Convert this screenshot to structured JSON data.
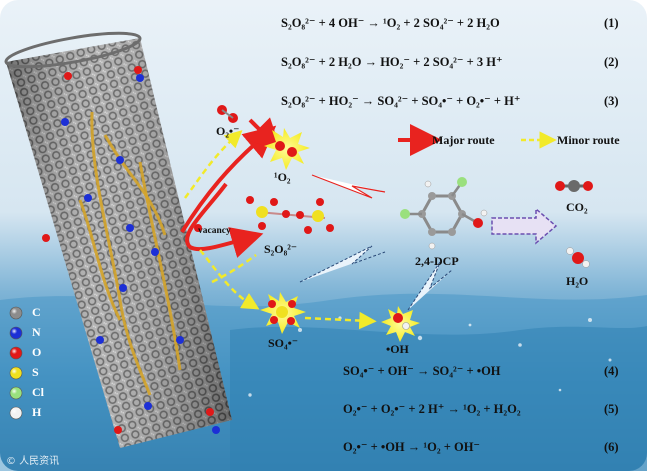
{
  "equations": [
    {
      "text": "S₂O₈²⁻ + 4 OH⁻ → ¹O₂ + 2 SO₄²⁻ + 2 H₂O",
      "number": "(1)"
    },
    {
      "text": "S₂O₈²⁻ + 2 H₂O → HO₂⁻ + 2 SO₄²⁻ + 3 H⁺",
      "number": "(2)"
    },
    {
      "text": "S₂O₈²⁻ + HO₂⁻ → SO₄²⁻ + SO₄•⁻ + O₂•⁻ + H⁺",
      "number": "(3)"
    },
    {
      "text": "SO₄•⁻ + OH⁻ → SO₄²⁻ + •OH",
      "number": "(4)"
    },
    {
      "text": "O₂•⁻ + O₂•⁻ + 2 H⁺ → ¹O₂ + H₂O₂",
      "number": "(5)"
    },
    {
      "text": "O₂•⁻ + •OH → ¹O₂ + OH⁻",
      "number": "(6)"
    }
  ],
  "legend_routes": {
    "major": "Major route",
    "minor": "Minor route"
  },
  "species": {
    "superoxide": "O₂•⁻",
    "singlet_oxygen": "¹O₂",
    "persulfate": "S₂O₈²⁻",
    "sulfate_radical": "SO₄•⁻",
    "hydroxyl_radical": "•OH",
    "pollutant": "2,4-DCP",
    "co2": "CO₂",
    "h2o": "H₂O",
    "vacancy": "vacancy"
  },
  "atom_legend": [
    {
      "label": "C",
      "color": "#8c8c8c"
    },
    {
      "label": "N",
      "color": "#1c2fd6"
    },
    {
      "label": "O",
      "color": "#e01818"
    },
    {
      "label": "S",
      "color": "#f0e020"
    },
    {
      "label": "Cl",
      "color": "#9ae07e"
    },
    {
      "label": "H",
      "color": "#f2f2f2"
    }
  ],
  "watermark": "© 人民资讯",
  "colors": {
    "major_route": "#e8231f",
    "minor_route": "#f2ea2a",
    "sky": "#dbe9f3",
    "water": "#3f8bb8"
  }
}
